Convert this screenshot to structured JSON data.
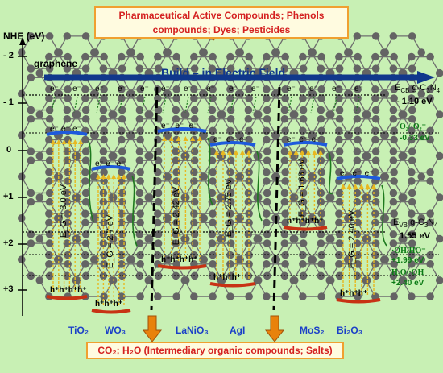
{
  "header": "Pharmaceutical Active Compounds; Phenols compounds; Dyes; Pesticides",
  "footer": "CO₂; H₂O (Intermediary organic compounds; Salts)",
  "axis": {
    "title": "NHE (eV)",
    "ticks": [
      "- 2",
      "- 1",
      "0",
      "+1",
      "+2",
      "+3"
    ]
  },
  "graphene_label": "graphene",
  "field_label": "Build – in Electric Field",
  "ecb_label": "E",
  "ecb_sub": "CB",
  "ecb_mat": " g-C",
  "ecb_mat_sub": "3",
  "ecb_mat_end": "N",
  "ecb_mat_sub2": "4",
  "ecb_value": "- 1.10 eV",
  "evb_label": "E",
  "evb_sub": "VB",
  "evb_mat": " g-C",
  "evb_mat_sub": "3",
  "evb_mat_end": "N",
  "evb_mat_sub2": "4",
  "evb_value": "1.55 eV",
  "redox": [
    {
      "couple": "O₂/·O₂⁻",
      "value": "-0.33 eV"
    },
    {
      "couple": "·OH/HO⁻",
      "value": "+1.99 eV"
    },
    {
      "couple": "H₂O/·OH",
      "value": "+2.40 eV"
    }
  ],
  "materials": [
    {
      "name": "TiO₂",
      "gap": "E_G = 3.0 eV"
    },
    {
      "name": "WO₃",
      "gap": "E_G = 2.7 eV"
    },
    {
      "name": "LaNiO₃",
      "gap": "E_G = 2.42 eV"
    },
    {
      "name": "AgI",
      "gap": "E_G = 2.75 eV"
    },
    {
      "name": "MoS₂",
      "gap": "E_G = 1.63 eV"
    },
    {
      "name": "Bi₂O₃",
      "gap": "E_G = 2.40 eV"
    }
  ],
  "electron": "e⁻",
  "hole_row4": "h⁺h⁺h⁺h⁺",
  "hole_row3": "h⁺h⁺h⁺",
  "hole_row2": "h⁺h⁺",
  "hole_single": "h⁺",
  "colors": {
    "background": "#c8f0b4",
    "arrow": "#10388c",
    "cb_band": "#1e5adc",
    "vb_band": "#c83214",
    "node": "#646464"
  }
}
